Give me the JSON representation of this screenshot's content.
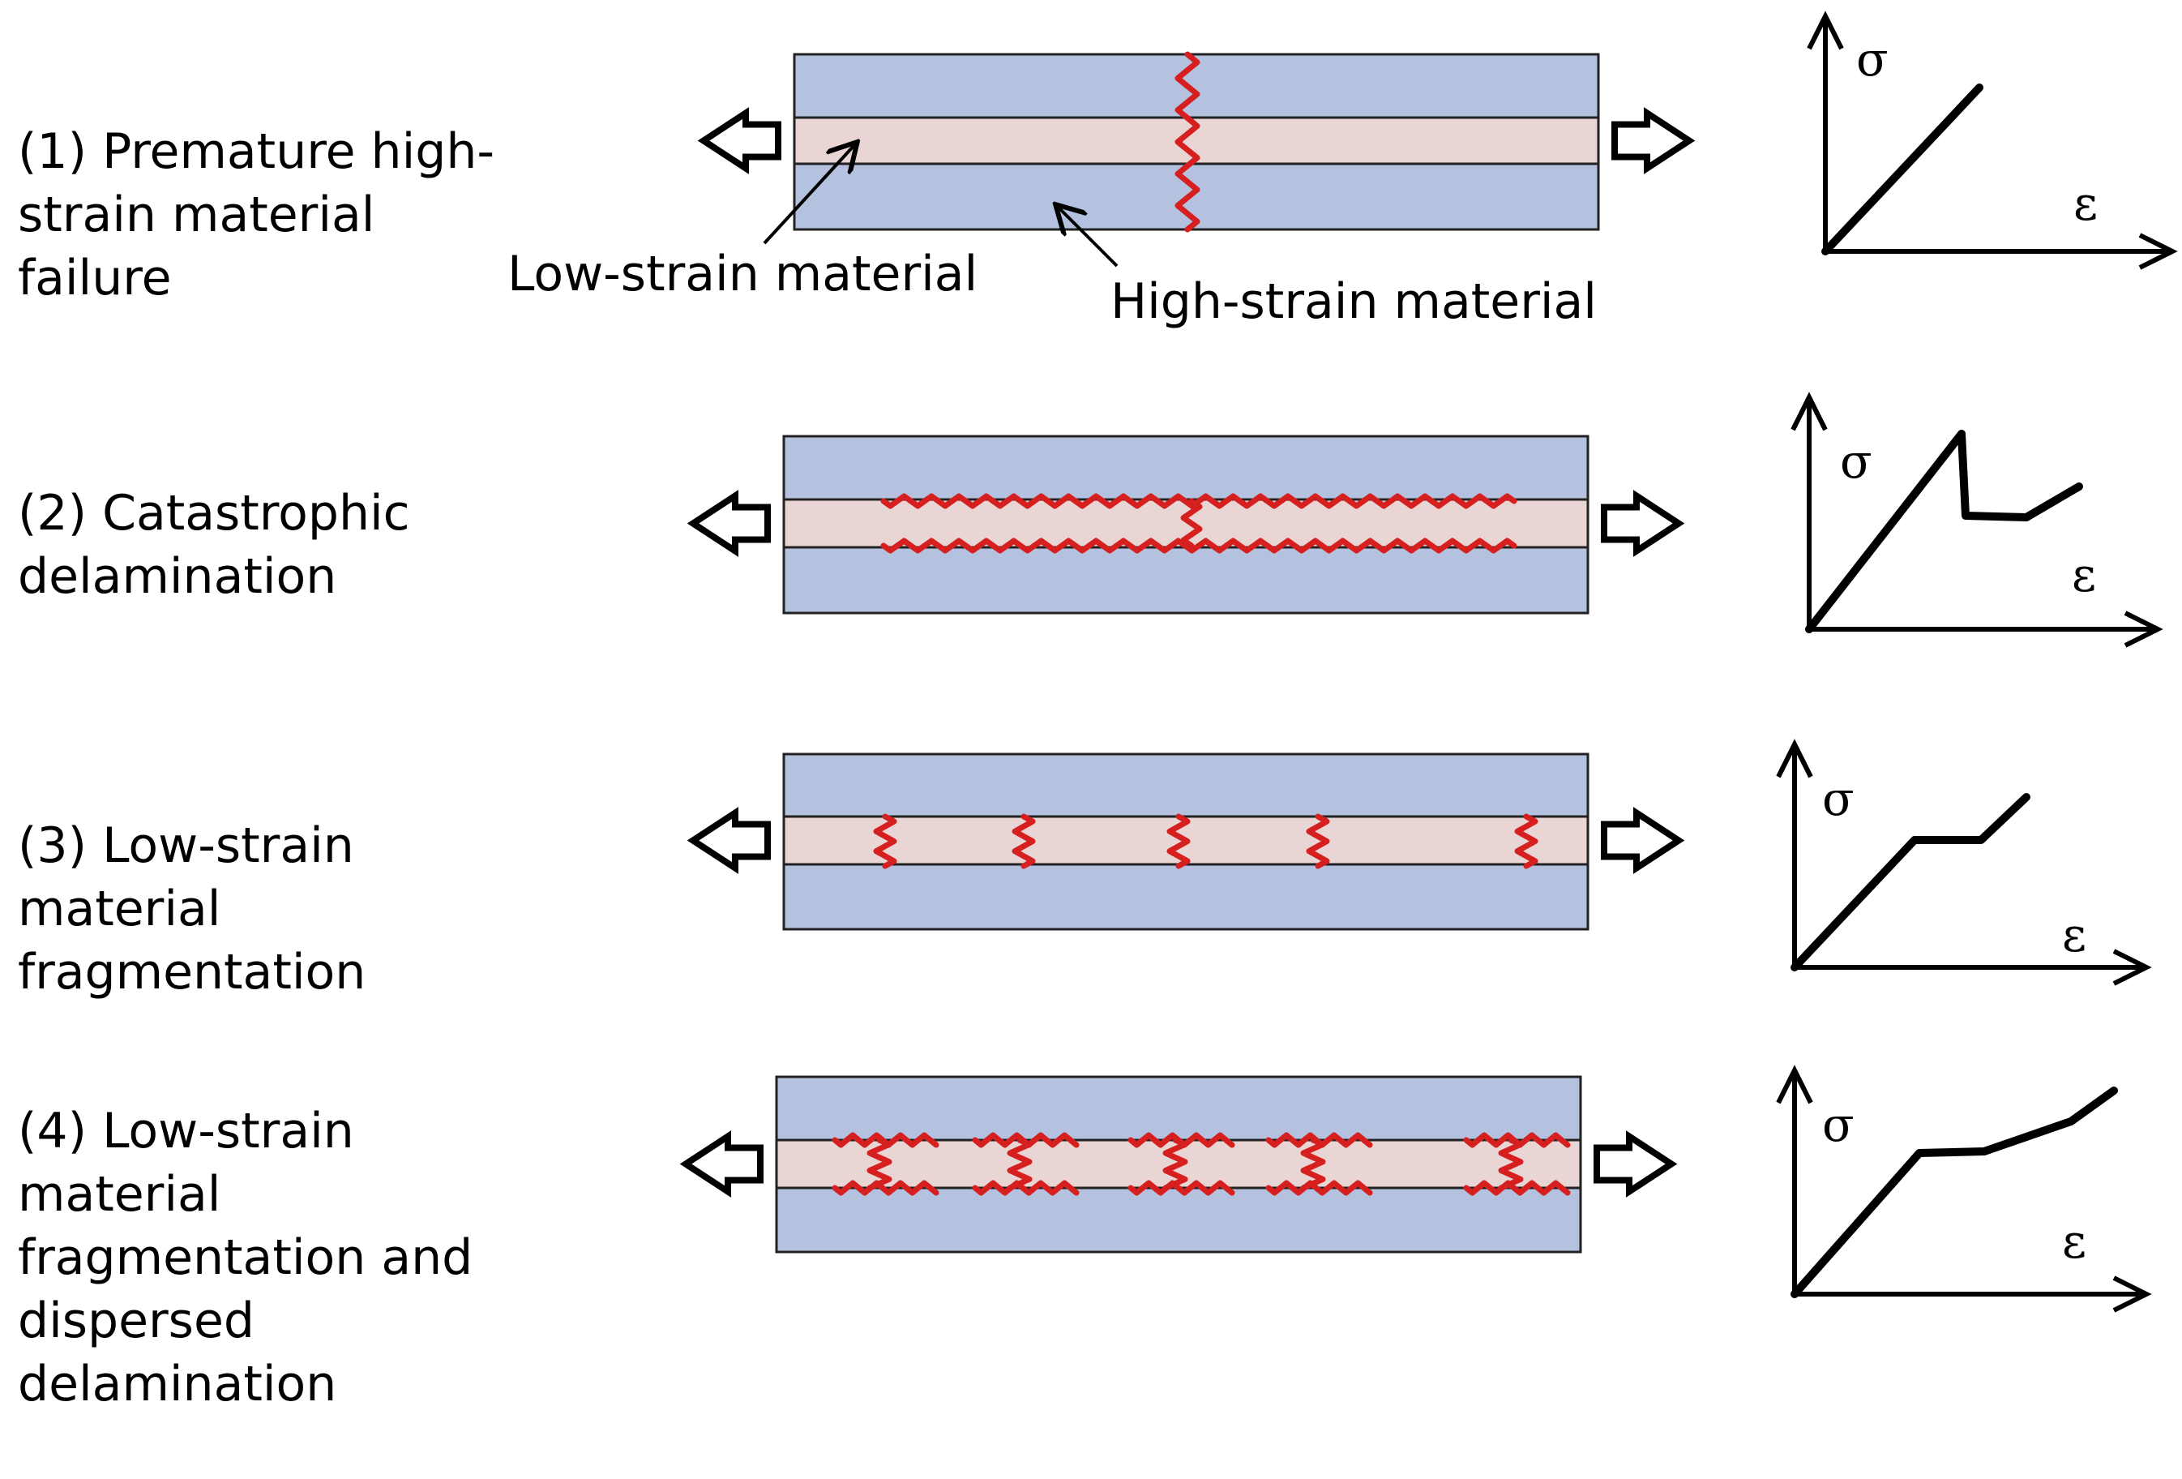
{
  "modes": [
    {
      "label": "(1) Premature high-\n strain material\n failure"
    },
    {
      "label": "(2) Catastrophic\n  delamination"
    },
    {
      "label": "(3) Low-strain\n  material\n  fragmentation"
    },
    {
      "label": "(4) Low-strain\n material\n fragmentation and\n dispersed\n delamination"
    }
  ],
  "annotations": {
    "low_strain": "Low-strain material",
    "high_strain": "High-strain material"
  },
  "axes": {
    "y": "σ",
    "x": "ε"
  },
  "colors": {
    "outer_layer": "#b4c2e0",
    "inner_layer": "#ead5d5",
    "crack": "#d62020",
    "outline": "#222222"
  },
  "icons": [
    "left-arrow-icon",
    "right-arrow-icon"
  ]
}
